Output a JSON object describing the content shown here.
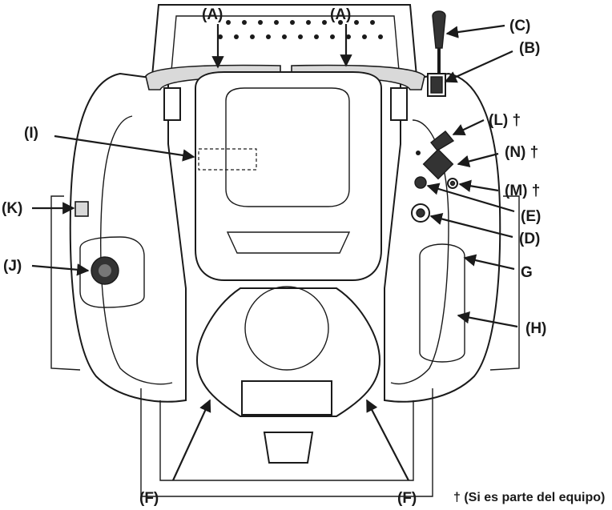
{
  "labels": {
    "A": "(A)",
    "B": "(B)",
    "C": "(C)",
    "D": "(D)",
    "E": "(E)",
    "F": "(F)",
    "G": "G",
    "H": "(H)",
    "I": "(I)",
    "J": "(J)",
    "K": "(K)",
    "L": "(L) †",
    "M": "(M) †",
    "N": "(N) †"
  },
  "footnote": "† (Si es parte del equipo)"
}
